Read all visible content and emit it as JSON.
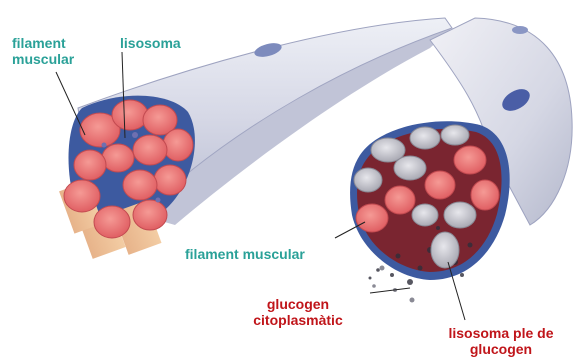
{
  "labels": {
    "filament_muscular_top": "filament\nmuscular",
    "lisosoma": "lisosoma",
    "filament_muscular_bottom": "filament muscular",
    "glucogen_citoplasmatic": "glucogen\ncitoplasmàtic",
    "lisosoma_ple_de_glucogen": "lisosoma ple de\nglucogen"
  },
  "colors": {
    "label_teal": "#2aa198",
    "label_red": "#c0151a",
    "fiber_sheath": "#dcdde8",
    "fibril_pink": "#ec7070",
    "glycogen_grey": "#bdbdc4",
    "sarcolemma_blue": "#3d5aa0"
  }
}
